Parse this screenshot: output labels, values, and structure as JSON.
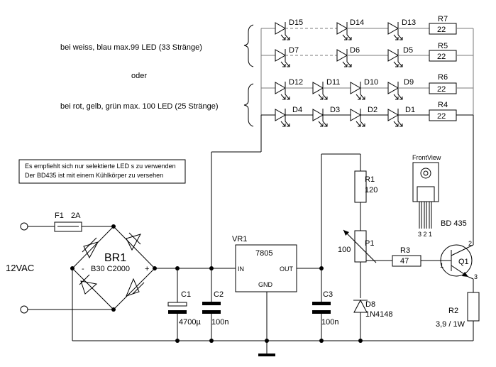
{
  "notes": {
    "white_blue": "bei weiss, blau max.99 LED (33 Stränge)",
    "or": "oder",
    "red_yellow_green": "bei rot, gelb, grün  max. 100 LED (25 Stränge)",
    "advice_1": "Es empfiehlt sich nur selektierte LED s zu verwenden",
    "advice_2": "Der BD435 ist mit einem Kühlkörper zu versehen"
  },
  "leds": {
    "row1": [
      "D15",
      "D14",
      "D13"
    ],
    "row2": [
      "D7",
      "D6",
      "D5"
    ],
    "row3": [
      "D12",
      "D11",
      "D10",
      "D9"
    ],
    "row4": [
      "D4",
      "D3",
      "D2",
      "D1"
    ]
  },
  "resistors": {
    "r7": {
      "name": "R7",
      "value": "22"
    },
    "r5": {
      "name": "R5",
      "value": "22"
    },
    "r6": {
      "name": "R6",
      "value": "22"
    },
    "r4": {
      "name": "R4",
      "value": "22"
    },
    "r1": {
      "name": "R1",
      "value": "120"
    },
    "r3": {
      "name": "R3",
      "value": "47"
    },
    "r2": {
      "name": "R2",
      "value": "3,9 / 1W"
    }
  },
  "fuse": {
    "name": "F1",
    "value": "2A"
  },
  "bridge": {
    "name": "BR1",
    "value": "B30 C2000",
    "minus": "-",
    "plus": "+"
  },
  "supply": {
    "label": "12VAC"
  },
  "capacitors": {
    "c1": {
      "name": "C1",
      "value": "4700µ"
    },
    "c2": {
      "name": "C2",
      "value": "100n"
    },
    "c3": {
      "name": "C3",
      "value": "100n"
    }
  },
  "regulator": {
    "ref": "VR1",
    "type": "7805",
    "in": "IN",
    "out": "OUT",
    "gnd": "GND"
  },
  "pot": {
    "name": "P1",
    "value": "100"
  },
  "diode": {
    "name": "D8",
    "value": "1N4148"
  },
  "transistor": {
    "name": "Q1",
    "pin_b": "1",
    "pin_c": "2",
    "pin_e": "3",
    "type": "BD 435",
    "view": "FrontView",
    "pins": "3 2 1"
  }
}
